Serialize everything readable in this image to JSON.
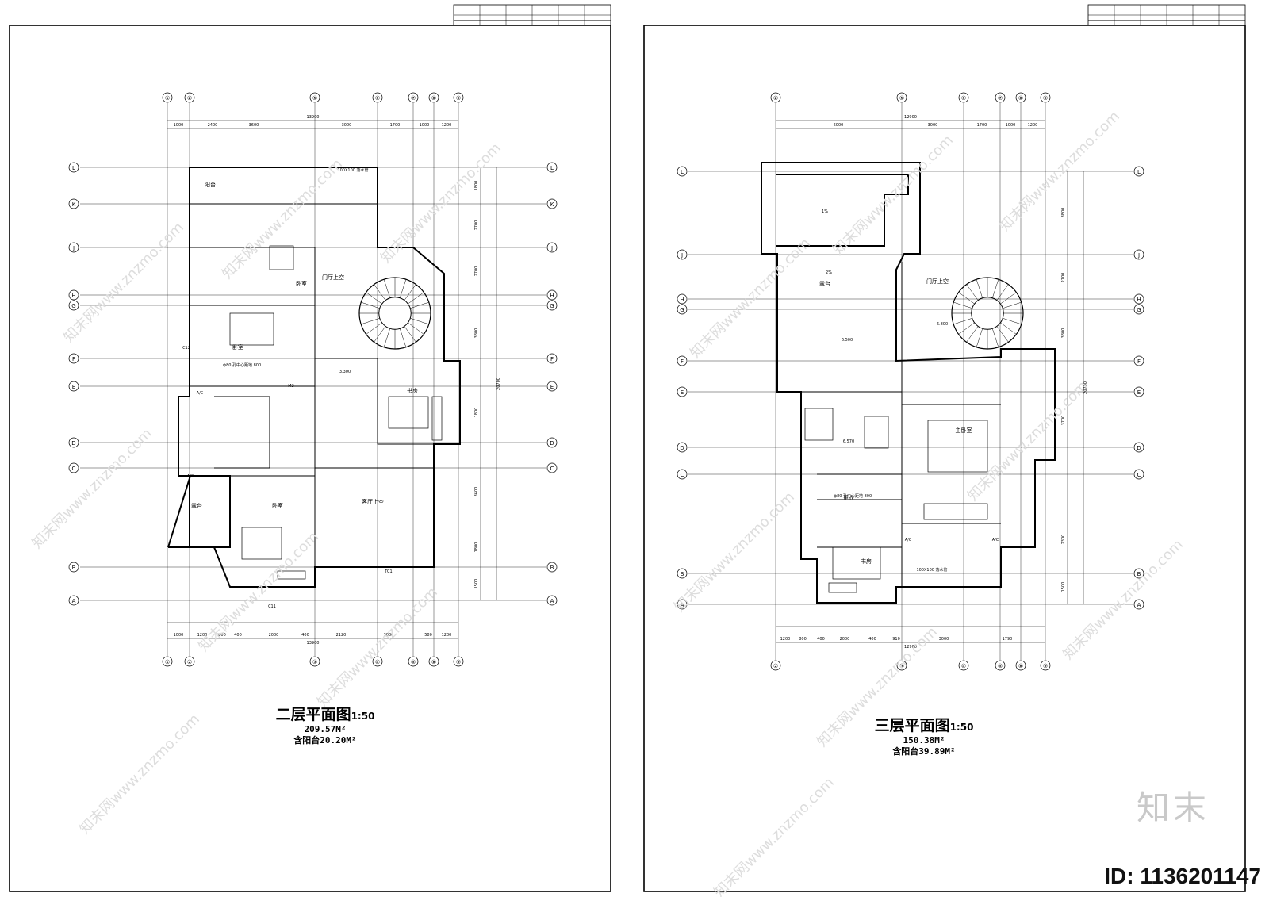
{
  "sheets": [
    {
      "title": "二层平面图",
      "scale": "1:50",
      "area": "209.57M²",
      "balcony_area": "含阳台20.20M²",
      "top_axes": [
        "①",
        "②",
        "⑤",
        "⑥",
        "⑦",
        "⑧",
        "⑨"
      ],
      "bottom_axes": [
        "①",
        "②",
        "③",
        "④",
        "⑤",
        "⑧",
        "⑨"
      ],
      "side_axes": [
        "L",
        "K",
        "J",
        "H",
        "G",
        "F",
        "E",
        "D",
        "C",
        "B",
        "A"
      ],
      "top_dims": [
        "1000",
        "2400",
        "3600",
        "3000",
        "1700",
        "1000",
        "1200"
      ],
      "top_total": "13900",
      "bottom_dims": [
        "1000",
        "1200",
        "800",
        "400",
        "2000",
        "400",
        "2120",
        "3000",
        "580",
        "1200"
      ],
      "bottom_total": "13900",
      "right_dims": [
        "1800",
        "2700",
        "2700",
        "3800",
        "1800",
        "3600",
        "1800",
        "1500"
      ],
      "right_total": "20700",
      "rooms": [
        "阳台",
        "卧室",
        "卧室",
        "门厅上空",
        "书房",
        "客厅上空",
        "露台",
        "卧室"
      ],
      "labels": [
        "3.300",
        "A/C",
        "A/C",
        "100X100 落水管",
        "ф80 孔中心距地 800",
        "TC1",
        "C11",
        "M3",
        "C12"
      ]
    },
    {
      "title": "三层平面图",
      "scale": "1:50",
      "area": "150.38M²",
      "balcony_area": "含阳台39.89M²",
      "top_axes": [
        "②",
        "⑤",
        "⑥",
        "⑦",
        "⑧",
        "⑨"
      ],
      "bottom_axes": [
        "②",
        "③",
        "④",
        "⑤",
        "⑧",
        "⑨"
      ],
      "side_axes": [
        "L",
        "J",
        "H",
        "G",
        "F",
        "E",
        "D",
        "C",
        "B",
        "A"
      ],
      "top_dims": [
        "6000",
        "3000",
        "1700",
        "1000",
        "1200"
      ],
      "top_total": "12900",
      "bottom_dims": [
        "1200",
        "800",
        "400",
        "2000",
        "400",
        "910",
        "3000",
        "1790"
      ],
      "bottom_total": "12900",
      "right_dims": [
        "3800",
        "2700",
        "3800",
        "3700",
        "2300",
        "1500"
      ],
      "right_total": "20700",
      "rooms": [
        "露台",
        "门厅上空",
        "主卧室",
        "更衣",
        "书房"
      ],
      "labels": [
        "6.500",
        "6.800",
        "6.570",
        "A/C",
        "A/C",
        "100X100 落水管",
        "ф80 孔中心距地 800",
        "2%",
        "1%"
      ]
    }
  ],
  "watermark": {
    "brand": "知末",
    "id": "ID: 1136201147",
    "site": "知末网www.znzmo.com"
  }
}
